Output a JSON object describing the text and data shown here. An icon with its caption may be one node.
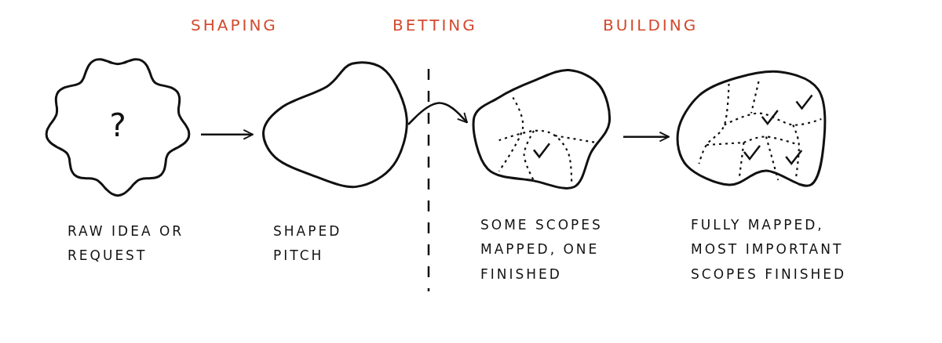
{
  "diagram": {
    "nodes": [
      {
        "text": [
          "?"
        ],
        "beside": [
          "RAW IDEA OR REQUEST"
        ]
      },
      {
        "text": [],
        "shape": "cloud",
        "beside": [
          "SHAPED PITCH"
        ]
      },
      {
        "text": [],
        "shape": "cloud",
        "beside": [
          "SOME SCOPES MAPPED, ONE FINISHED"
        ]
      },
      {
        "text": [],
        "shape": "cloud",
        "beside": [
          "FULLY MAPPED, MOST IMPORTANT SCOPES FINISHED"
        ]
      }
    ],
    "edges": [
      {
        "from": 0,
        "to": 1,
        "arrow": "to"
      },
      {
        "from": 1,
        "to": 2,
        "arrow": "to"
      },
      {
        "from": 2,
        "to": 3,
        "arrow": "to"
      }
    ],
    "labels": [
      "SHAPING",
      "BETTING",
      "BUILDING"
    ]
  }
}
